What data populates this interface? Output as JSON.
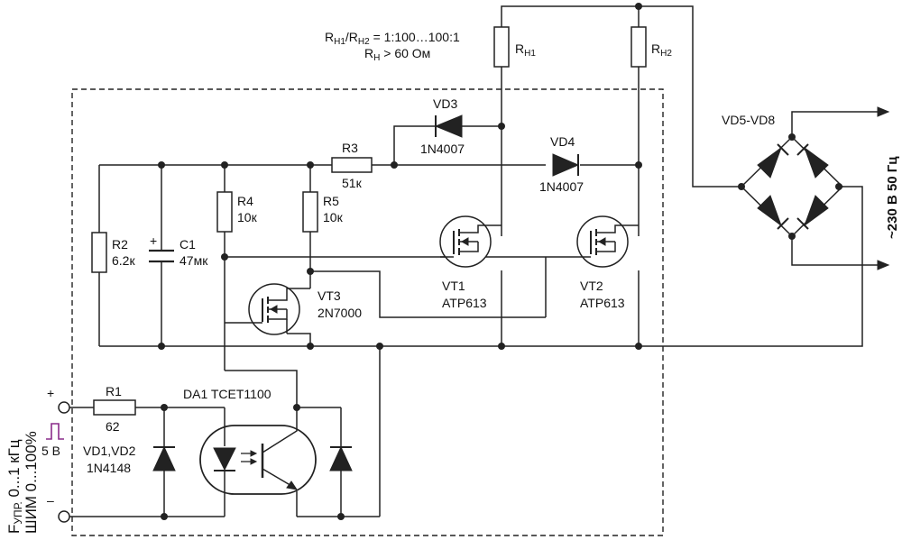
{
  "load_ratio": {
    "main": "R",
    "h1": "H1",
    "sep": "/R",
    "h2": "H2",
    "rest": " = 1:100…100:1"
  },
  "load_min": {
    "main": "R",
    "sub": "H",
    "rest": " > 60 Ом"
  },
  "rh1": {
    "main": "R",
    "sub": "H1"
  },
  "rh2": {
    "main": "R",
    "sub": "H2"
  },
  "vd3": {
    "name": "VD3",
    "type": "1N4007"
  },
  "vd4": {
    "name": "VD4",
    "type": "1N4007"
  },
  "r3": {
    "name": "R3",
    "value": "51к"
  },
  "r4": {
    "name": "R4",
    "value": "10к"
  },
  "r5": {
    "name": "R5",
    "value": "10к"
  },
  "r2": {
    "name": "R2",
    "value": "6.2к"
  },
  "c1": {
    "name": "C1",
    "value": "47мк",
    "polarity": "+"
  },
  "vt1": {
    "name": "VT1",
    "type": "ATP613"
  },
  "vt2": {
    "name": "VT2",
    "type": "ATP613"
  },
  "vt3": {
    "name": "VT3",
    "type": "2N7000"
  },
  "r1": {
    "name": "R1",
    "value": "62"
  },
  "da1": {
    "label": "DA1 TCET1100"
  },
  "vd1vd2": {
    "name": "VD1,VD2",
    "type": "1N4148"
  },
  "bridge": {
    "name": "VD5-VD8"
  },
  "mains": {
    "label": "~230 В 50 Гц"
  },
  "input": {
    "plus": "+",
    "minus": "–",
    "freq_main": "F",
    "freq_sub": "УПР.",
    "freq_rest": " 0...1 кГц",
    "pwm": "ШИМ 0...100%",
    "amplitude": "5 В"
  },
  "colors": {
    "wire": "#222222",
    "pulse": "#8a2b8a"
  }
}
